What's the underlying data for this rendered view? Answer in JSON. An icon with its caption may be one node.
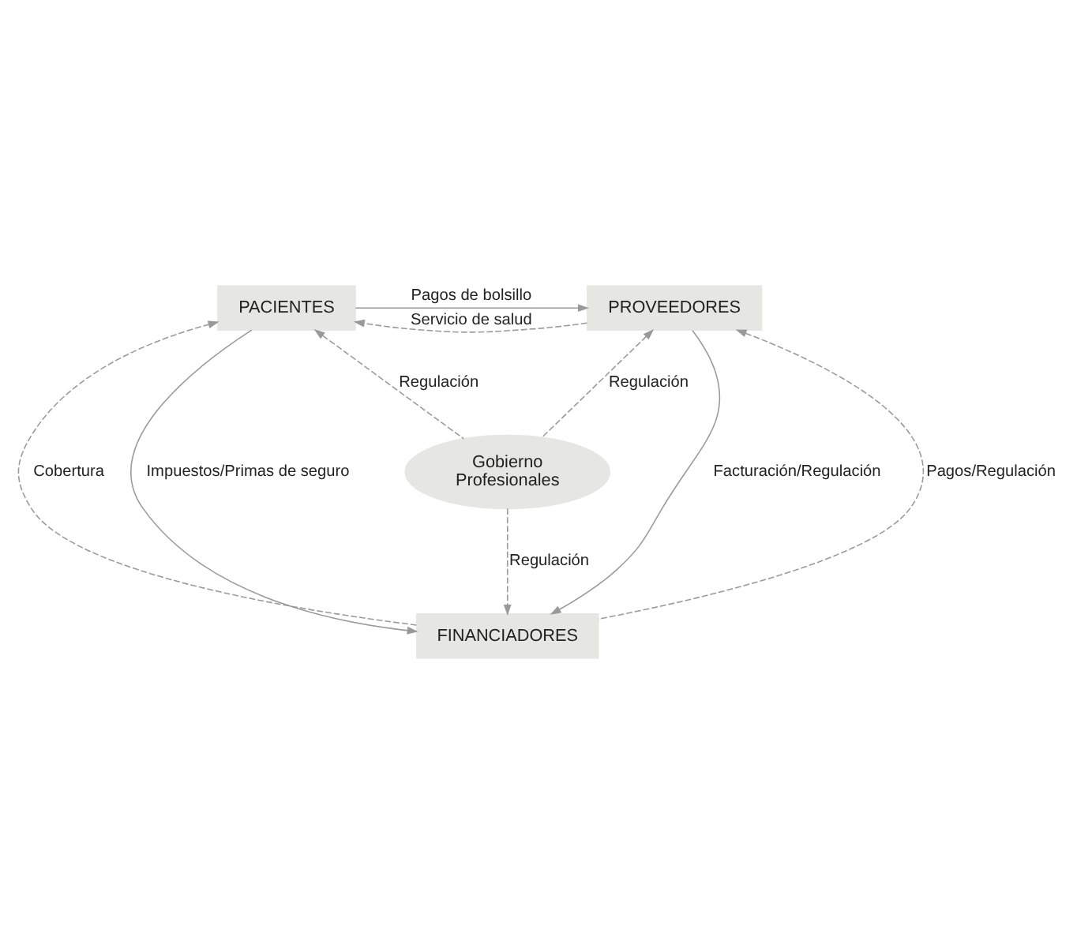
{
  "diagram": {
    "nodes": [
      {
        "text": [
          "PACIENTES"
        ]
      },
      {
        "text": [
          "PROVEEDORES"
        ]
      },
      {
        "text": [
          "Gobierno",
          "Profesionales"
        ]
      },
      {
        "text": [
          "FINANCIADORES"
        ]
      }
    ],
    "edges": [
      {
        "from": 0,
        "to": 1,
        "arrow": "to",
        "label": "Pagos de bolsillo"
      },
      {
        "from": 1,
        "to": 0,
        "arrow": "to",
        "label": "Servicio de salud",
        "style": "dashed"
      },
      {
        "from": 2,
        "to": 0,
        "arrow": "to",
        "label": "Regulación",
        "style": "dashed"
      },
      {
        "from": 2,
        "to": 1,
        "arrow": "to",
        "label": "Regulación",
        "style": "dashed"
      },
      {
        "from": 0,
        "to": 3,
        "arrow": "to",
        "label": "Impuestos/Primas de seguro"
      },
      {
        "from": 3,
        "to": 0,
        "arrow": "to",
        "label": "Cobertura",
        "style": "dashed"
      },
      {
        "from": 2,
        "to": 3,
        "arrow": "to",
        "label": "Regulación",
        "style": "dashed"
      },
      {
        "from": 1,
        "to": 3,
        "arrow": "to",
        "label": "Facturación/Regulación"
      },
      {
        "from": 3,
        "to": 1,
        "arrow": "to",
        "label": "Pagos/Regulación",
        "style": "dashed"
      }
    ]
  }
}
